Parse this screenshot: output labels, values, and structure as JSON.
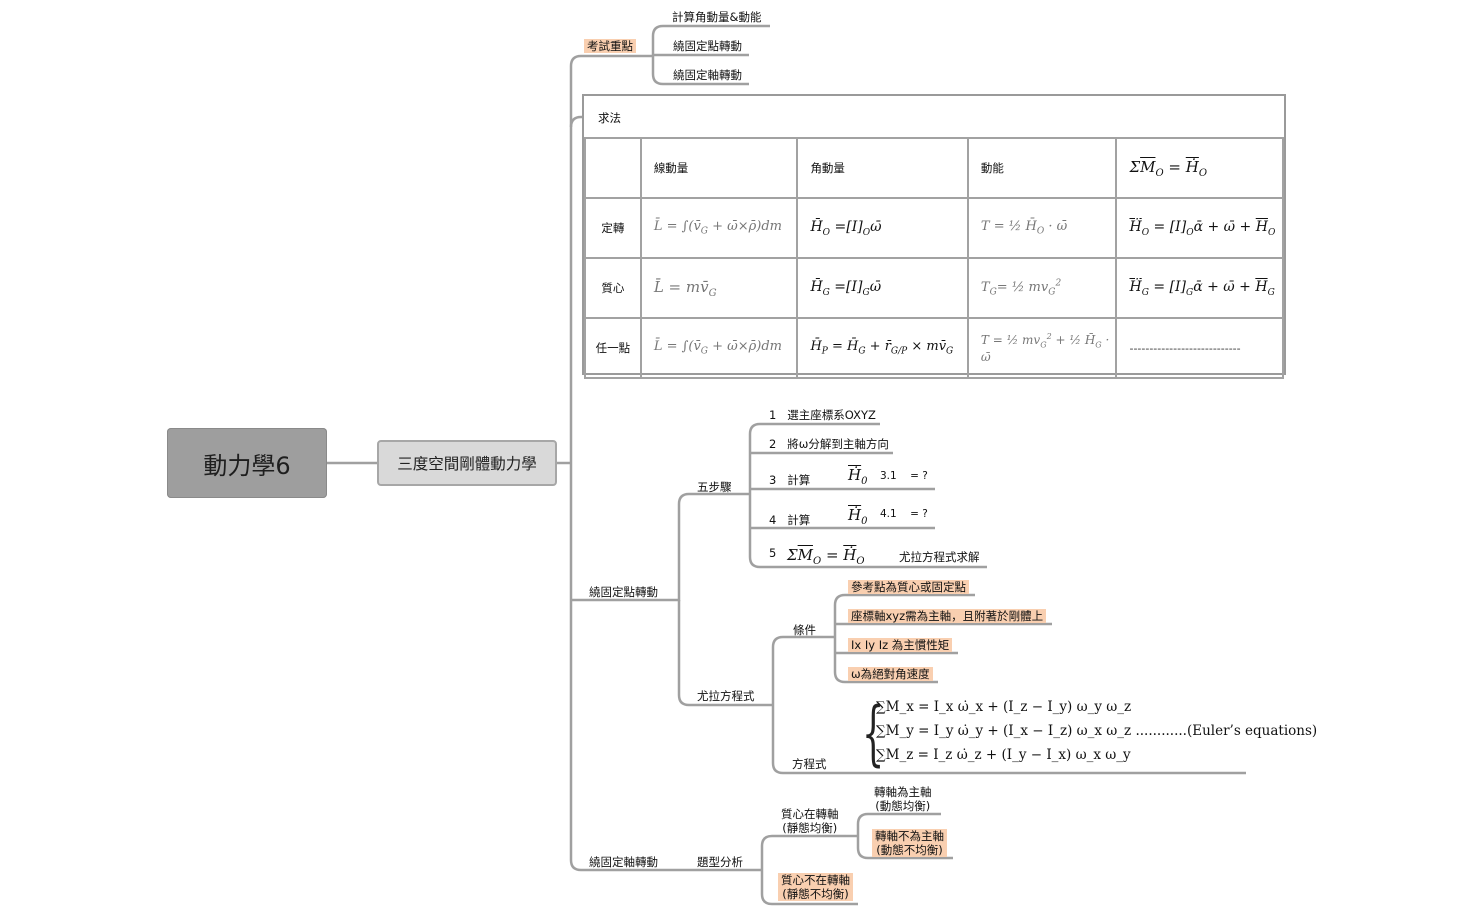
{
  "root": {
    "title": "動力學6"
  },
  "subtopic": {
    "title": "三度空間剛體動力學"
  },
  "exam": {
    "label": "考試重點",
    "items": [
      "計算角動量&動能",
      "繞固定點轉動",
      "繞固定軸轉動"
    ]
  },
  "method": {
    "label": "求法",
    "headers": [
      "",
      "線動量",
      "角動量",
      "動能",
      "ΣM_O = Ḣ_O"
    ],
    "rows": [
      {
        "label": "定轉",
        "linear": "L̄ = ∫(v̄_G + ω̄×ρ̄)dm",
        "angular": "H̄_O = [I]_O ω̄",
        "energy": "T = ½ H̄_O · ω̄",
        "moment": "Ḣ_O = [I]_O ᾱ + ω̄ + H_O"
      },
      {
        "label": "質心",
        "linear": "L̄ = m v̄_G",
        "angular": "H̄_G = [I]_G ω̄",
        "energy": "T_G = ½ m v_G²",
        "moment": "Ḣ_G = [I]_G ᾱ + ω̄ + H_G"
      },
      {
        "label": "任一點",
        "linear": "L̄ = ∫(v̄_G + ω̄×ρ̄)dm",
        "angular": "H̄_P = H̄_G + r̄_G/P × m v̄_G",
        "energy": "T = ½ m v_G² + ½ H̄_G · ω̄",
        "moment": "----------------------------"
      }
    ]
  },
  "fixed_point": {
    "label": "繞固定點轉動",
    "five_steps": {
      "label": "五步驟",
      "steps": [
        {
          "num": "1",
          "text": "選主座標系OXYZ"
        },
        {
          "num": "2",
          "text": "將ω分解到主軸方向"
        },
        {
          "num": "3",
          "text": "計算",
          "formula": "H_0",
          "suffix": "3.1",
          "tail": "= ?"
        },
        {
          "num": "4",
          "text": "計算",
          "formula": "H_0",
          "suffix": "4.1",
          "tail": "= ?"
        },
        {
          "num": "5",
          "formula": "ΣM_O = Ḣ_O",
          "text": "尤拉方程式求解"
        }
      ]
    },
    "euler": {
      "label": "尤拉方程式",
      "conditions_label": "條件",
      "conditions": [
        "參考點為質心或固定點",
        "座標軸xyz需為主軸，且附著於剛體上",
        "Ix  Iy  Iz 為主慣性矩",
        "ω為絕對角速度"
      ],
      "equations_label": "方程式",
      "equations": [
        "∑M_x = I_x ω̇_x + (I_z − I_y) ω_y ω_z",
        "∑M_y = I_y ω̇_y + (I_x − I_z) ω_x ω_z",
        "∑M_z = I_z ω̇_z + (I_y − I_x) ω_x ω_y"
      ],
      "equations_note": "............(Euler’s equations)"
    }
  },
  "fixed_axis": {
    "label": "繞固定軸轉動",
    "analysis_label": "題型分析",
    "cm_on_axis": "質心在轉軸\n(靜態均衡)",
    "cm_off_axis": "質心不在轉軸\n(靜態不均衡)",
    "principal": "轉軸為主軸\n(動態均衡)",
    "not_principal": "轉軸不為主軸\n(動態不均衡)"
  },
  "colors": {
    "highlight": "#f9cfb0",
    "line": "#a0a0a0",
    "root": "#9e9e9e",
    "subtopic": "#d9d9d9"
  }
}
